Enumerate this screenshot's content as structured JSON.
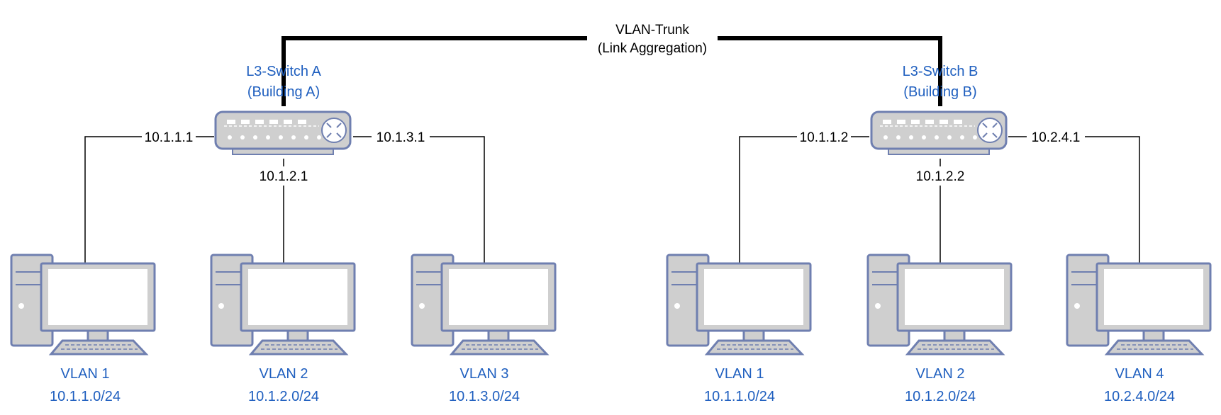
{
  "trunk": {
    "line1": "VLAN-Trunk",
    "line2": "(Link Aggregation)"
  },
  "switches": [
    {
      "name": "L3-Switch A",
      "location": "(Building A)",
      "ports": [
        "10.1.1.1",
        "10.1.2.1",
        "10.1.3.1"
      ]
    },
    {
      "name": "L3-Switch B",
      "location": "(Building B)",
      "ports": [
        "10.1.1.2",
        "10.1.2.2",
        "10.2.4.1"
      ]
    }
  ],
  "hosts": [
    {
      "vlan": "VLAN 1",
      "subnet": "10.1.1.0/24"
    },
    {
      "vlan": "VLAN 2",
      "subnet": "10.1.2.0/24"
    },
    {
      "vlan": "VLAN 3",
      "subnet": "10.1.3.0/24"
    },
    {
      "vlan": "VLAN 1",
      "subnet": "10.1.1.0/24"
    },
    {
      "vlan": "VLAN 2",
      "subnet": "10.1.2.0/24"
    },
    {
      "vlan": "VLAN 4",
      "subnet": "10.2.4.0/24"
    }
  ],
  "colors": {
    "label_blue": "#1f5fbf",
    "device_fill": "#cfcfcf",
    "device_stroke": "#6f7fb0",
    "link": "#000000"
  },
  "icons": {
    "switch": "l3-switch-icon",
    "host": "desktop-computer-icon"
  }
}
